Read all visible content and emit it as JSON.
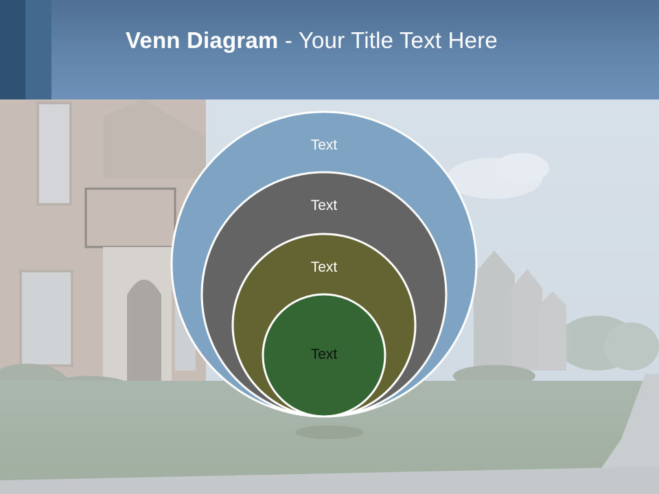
{
  "slide": {
    "title_bold": "Venn Diagram",
    "title_rest": " - Your Title Text Here"
  },
  "diagram": {
    "type": "nested-circles",
    "circles": [
      {
        "label": "Text",
        "fill": "#7fa3c2",
        "text_color": "#ffffff"
      },
      {
        "label": "Text",
        "fill": "#646464",
        "text_color": "#ffffff"
      },
      {
        "label": "Text",
        "fill": "#646432",
        "text_color": "#ffffff"
      },
      {
        "label": "Text",
        "fill": "#336633",
        "text_color": "#111111"
      }
    ]
  },
  "colors": {
    "header": "#6285ab",
    "header_dark_strip": "#2f5272",
    "header_mid_strip": "#43698e",
    "circle_outline": "#ffffff"
  }
}
